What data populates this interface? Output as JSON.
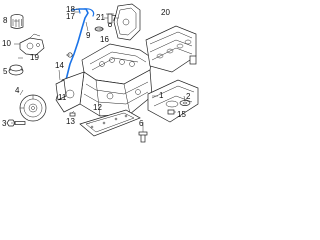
{
  "callouts": {
    "c1": "1",
    "c2": "2",
    "c3": "3",
    "c4": "4",
    "c5": "5",
    "c6": "6",
    "c7": "7",
    "c8": "8",
    "c9": "9",
    "c10": "10",
    "c11": "11",
    "c12": "12",
    "c13": "13",
    "c14": "14",
    "c15": "15",
    "c16": "16",
    "c17": "17",
    "c18": "18",
    "c19": "19",
    "c20": "20",
    "c21": "21"
  },
  "colors": {
    "highlight": "#1a73e8",
    "line": "#222222",
    "background": "#ffffff"
  }
}
